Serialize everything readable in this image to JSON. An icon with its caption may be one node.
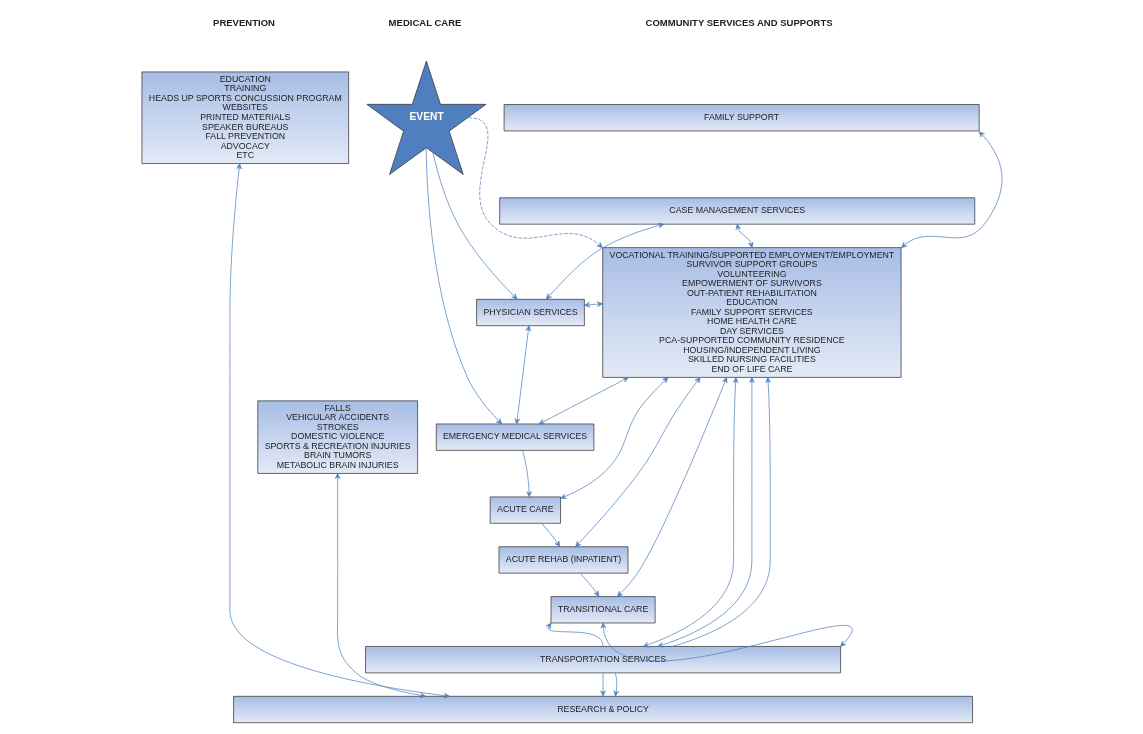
{
  "diagram": {
    "nodes": [
      {
        "text": [
          "EDUCATION",
          "TRAINING",
          "HEADS UP SPORTS CONCUSSION PROGRAM",
          "WEBSITES",
          "PRINTED MATERIALS",
          "SPEAKER BUREAUS",
          "FALL PREVENTION",
          "ADVOCACY",
          "ETC"
        ]
      },
      {
        "text": [
          "EVENT"
        ]
      },
      {
        "text": [
          "FAMILY SUPPORT"
        ]
      },
      {
        "text": [
          "CASE MANAGEMENT SERVICES"
        ]
      },
      {
        "text": [
          "PHYSICIAN SERVICES"
        ]
      },
      {
        "text": [
          "EMERGENCY MEDICAL SERVICES"
        ]
      },
      {
        "text": [
          "FALLS",
          "VEHICULAR ACCIDENTS",
          "STROKES",
          "DOMESTIC VIOLENCE",
          "SPORTS & RECREATION INJURIES",
          "BRAIN TUMORS",
          "METABOLIC BRAIN INJURIES"
        ]
      },
      {
        "text": [
          "ACUTE CARE"
        ]
      },
      {
        "text": [
          "ACUTE REHAB (INPATIENT)"
        ]
      },
      {
        "text": [
          "TRANSITIONAL CARE"
        ]
      },
      {
        "text": [
          "VOCATIONAL TRAINING/SUPPORTED EMPLOYMENT/EMPLOYMENT",
          "SURVIVOR SUPPORT GROUPS",
          "VOLUNTEERING",
          "EMPOWERMENT OF SURVIVORS",
          "OUT-PATIENT REHABILITATION",
          "EDUCATION",
          "FAMILY SUPPORT SERVICES",
          "HOME HEALTH CARE",
          "DAY SERVICES",
          "PCA-SUPPORTED COMMUNITY RESIDENCE",
          "HOUSING/INDEPENDENT LIVING",
          "SKILLED NURSING FACILITIES",
          "END OF LIFE CARE"
        ]
      },
      {
        "text": [
          "TRANSPORTATION SERVICES"
        ]
      },
      {
        "text": [
          "RESEARCH & POLICY"
        ]
      }
    ],
    "edges": [
      {
        "from": 1,
        "to": 4,
        "arrow": "to"
      },
      {
        "from": 1,
        "to": 5,
        "arrow": "to"
      },
      {
        "from": 1,
        "to": 10,
        "arrow": "to",
        "style": "dashed"
      },
      {
        "from": 3,
        "to": 4,
        "arrow": "both"
      },
      {
        "from": 2,
        "to": 10,
        "arrow": "both"
      },
      {
        "from": 3,
        "to": 10,
        "arrow": "both"
      },
      {
        "from": 4,
        "to": 5,
        "arrow": "both"
      },
      {
        "from": 4,
        "to": 10,
        "arrow": "both"
      },
      {
        "from": 5,
        "to": 10,
        "arrow": "both"
      },
      {
        "from": 5,
        "to": 7,
        "arrow": "to"
      },
      {
        "from": 7,
        "to": 8,
        "arrow": "to"
      },
      {
        "from": 7,
        "to": 10,
        "arrow": "both"
      },
      {
        "from": 8,
        "to": 10,
        "arrow": "both"
      },
      {
        "from": 8,
        "to": 9,
        "arrow": "to"
      },
      {
        "from": 9,
        "to": 10,
        "arrow": "both"
      },
      {
        "from": 11,
        "to": 9,
        "arrow": "to"
      },
      {
        "from": 9,
        "to": 11,
        "arrow": "both"
      },
      {
        "from": 11,
        "to": 10,
        "arrow": "both"
      },
      {
        "from": 10,
        "to": 11,
        "arrow": "both"
      },
      {
        "from": 11,
        "to": 10,
        "arrow": "to"
      },
      {
        "from": 11,
        "to": 12,
        "arrow": "to"
      },
      {
        "from": 11,
        "to": 12,
        "arrow": "to"
      },
      {
        "from": 6,
        "to": 12,
        "arrow": "both"
      },
      {
        "from": 0,
        "to": 12,
        "arrow": "both"
      }
    ],
    "labels": [
      "PREVENTION",
      "MEDICAL CARE",
      "COMMUNITY SERVICES AND SUPPORTS"
    ]
  }
}
